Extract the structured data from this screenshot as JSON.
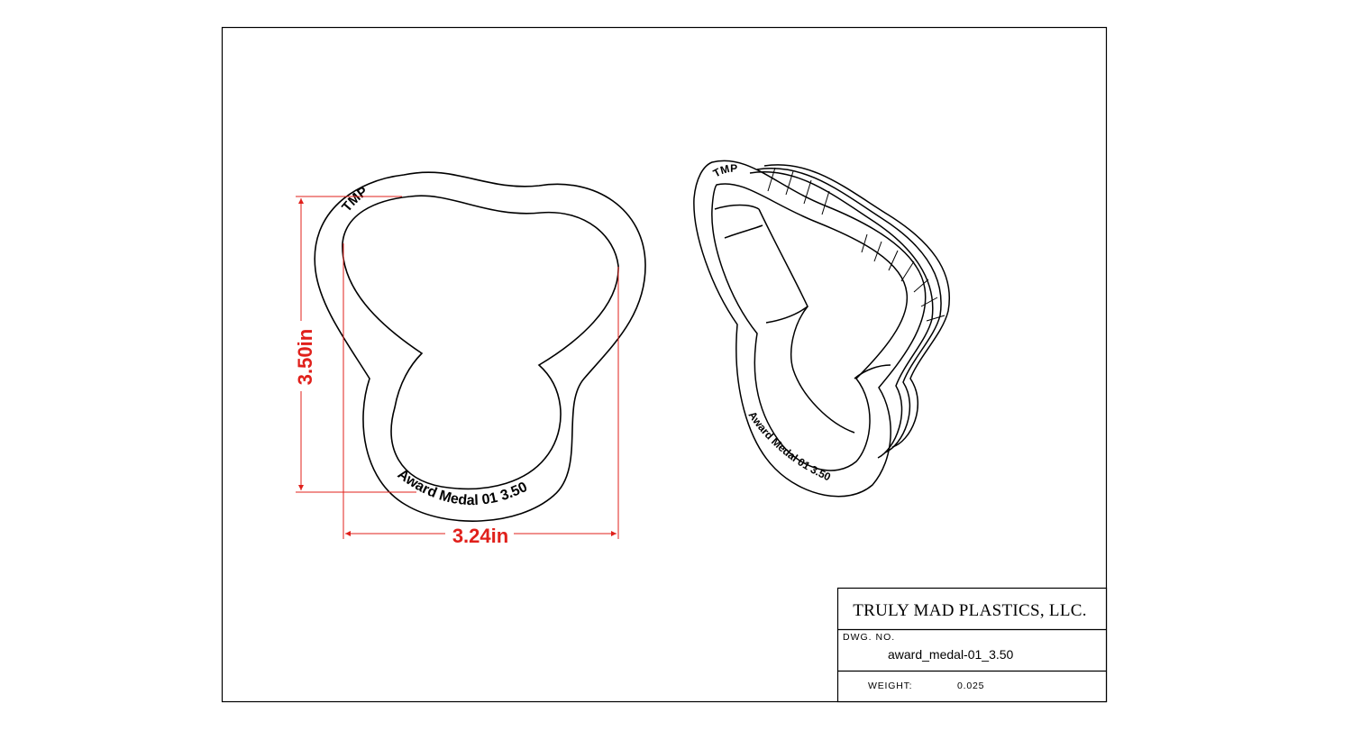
{
  "dimensions": {
    "height_label": "3.50in",
    "width_label": "3.24in"
  },
  "part_engraving": {
    "top_text": "TMP",
    "bottom_text": "Award Medal 01 3.50",
    "iso_top_text": "TMP",
    "iso_bottom_text": "Award Medal 01 3.50"
  },
  "title_block": {
    "company": "TRULY MAD PLASTICS, LLC.",
    "dwg_no_label": "DWG. NO.",
    "dwg_no_value": "award_medal-01_3.50",
    "weight_label": "WEIGHT:",
    "weight_value": "0.025"
  },
  "colors": {
    "dimension": "#e0201b",
    "line": "#000000"
  }
}
